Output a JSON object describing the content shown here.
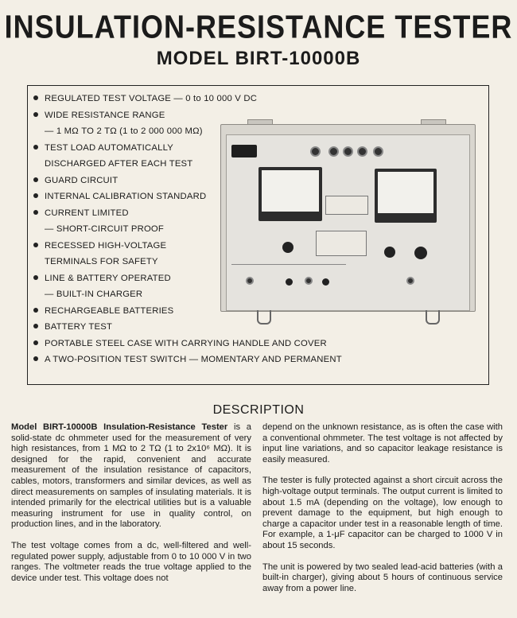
{
  "header": {
    "title": "INSULATION-RESISTANCE TESTER",
    "model": "MODEL BIRT-10000B"
  },
  "features": [
    {
      "text": "REGULATED TEST VOLTAGE — 0 to 10 000 V DC",
      "bullet": true
    },
    {
      "text": "WIDE RESISTANCE RANGE",
      "bullet": true
    },
    {
      "text": "— 1 MΩ TO 2 TΩ (1 to 2 000 000 MΩ)",
      "bullet": false
    },
    {
      "text": "TEST LOAD AUTOMATICALLY",
      "bullet": true
    },
    {
      "text": "DISCHARGED AFTER EACH TEST",
      "bullet": false
    },
    {
      "text": "GUARD CIRCUIT",
      "bullet": true
    },
    {
      "text": "INTERNAL CALIBRATION STANDARD",
      "bullet": true
    },
    {
      "text": "CURRENT LIMITED",
      "bullet": true
    },
    {
      "text": "— SHORT-CIRCUIT PROOF",
      "bullet": false
    },
    {
      "text": "RECESSED HIGH-VOLTAGE",
      "bullet": true
    },
    {
      "text": "TERMINALS FOR SAFETY",
      "bullet": false
    },
    {
      "text": "LINE & BATTERY OPERATED",
      "bullet": true
    },
    {
      "text": "— BUILT-IN CHARGER",
      "bullet": false
    },
    {
      "text": "RECHARGEABLE BATTERIES",
      "bullet": true
    },
    {
      "text": "BATTERY TEST",
      "bullet": true
    },
    {
      "text": "PORTABLE STEEL CASE WITH CARRYING HANDLE AND COVER",
      "bullet": true
    },
    {
      "text": "A TWO-POSITION TEST SWITCH — MOMENTARY AND PERMANENT",
      "bullet": true
    }
  ],
  "description": {
    "heading": "DESCRIPTION",
    "left": {
      "p1_bold": "Model BIRT-10000B Insulation-Resistance Tester",
      "p1": " is a solid-state dc ohmmeter used for the measurement of very high resistances, from 1 MΩ to 2 TΩ (1 to 2x10⁶ MΩ). It is designed for the rapid, convenient and accurate measurement of the insulation resistance of capacitors, cables, motors, transformers and similar devices, as well as direct measurements on samples of insulating materials. It is intended primarily for the electrical utilities but is a valuable measuring instrument for use in quality control, on production lines, and in the laboratory.",
      "p2": "The test voltage comes from a dc, well-filtered and well-regulated power supply, adjustable from 0 to 10 000 V in two ranges. The voltmeter reads the true voltage applied to the device under test. This voltage does not"
    },
    "right": {
      "p1": "depend on the unknown resistance, as is often the case with a conventional ohmmeter. The test voltage is not affected by input line variations, and so capacitor leakage resistance is easily measured.",
      "p2": "The tester is fully protected against a short circuit across the high-voltage output terminals. The output current is limited to about 1.5 mA (depending on the voltage), low enough to prevent damage to the equipment, but high enough to charge a capacitor under test in a reasonable length of time. For example, a 1-μF capacitor can be charged to 1000 V in about 15 seconds.",
      "p3": "The unit is powered by two sealed lead-acid batteries (with a built-in charger), giving about 5 hours of continuous service away from a power line."
    }
  }
}
